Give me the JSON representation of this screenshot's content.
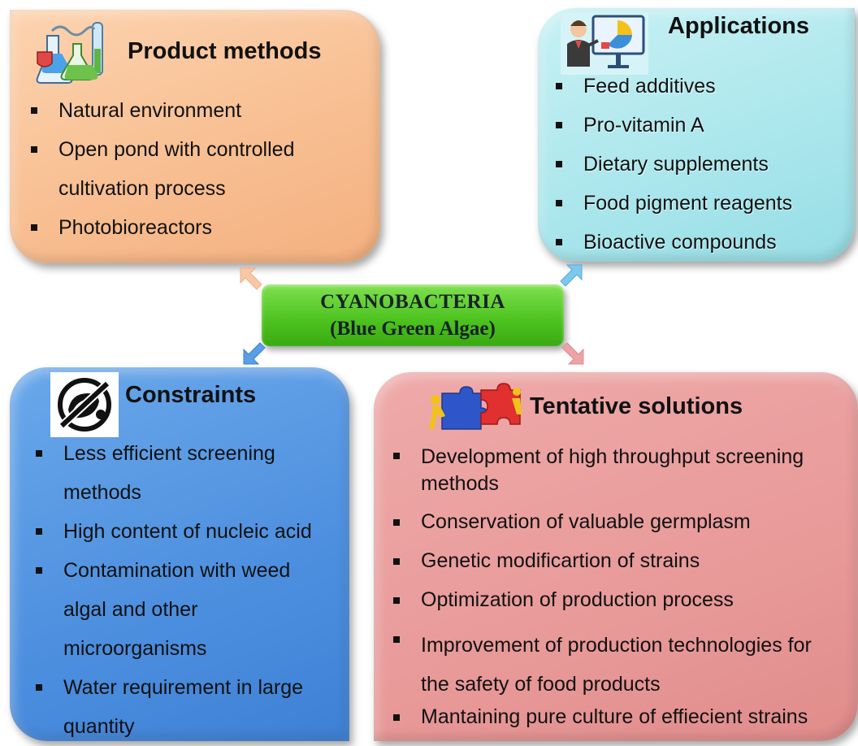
{
  "center": {
    "title": "CYANOBACTERIA",
    "subtitle": "(Blue Green Algae)"
  },
  "product_methods": {
    "title": "Product methods",
    "items": [
      "Natural environment",
      "Open pond with controlled",
      "cultivation process",
      "Photobioreactors"
    ]
  },
  "applications": {
    "title": "Applications",
    "items": [
      "Feed additives",
      "Pro-vitamin A",
      "Dietary supplements",
      "Food pigment reagents",
      "Bioactive compounds"
    ]
  },
  "constraints": {
    "title": "Constraints",
    "items": [
      "Less efficient screening",
      "methods",
      "High content of nucleic acid",
      "Contamination with weed",
      "algal and other",
      "microorganisms",
      "Water requirement in large",
      "quantity"
    ]
  },
  "solutions": {
    "title": "Tentative solutions",
    "items": [
      "Development of high throughput screening methods",
      "Conservation of valuable germplasm",
      "Genetic modificartion of strains",
      "Optimization of production process",
      "Improvement of production technologies for the safety of food products",
      "Mantaining pure culture of effiecient strains"
    ]
  },
  "colors": {
    "product_panel": "#f8bf92",
    "applications_panel": "#a9e6ec",
    "constraints_panel": "#4d8fdf",
    "solutions_panel": "#e89a99",
    "center_box": "#4cc21e"
  },
  "icons": {
    "product": "lab-flasks-icon",
    "applications": "presenter-monitor-icon",
    "constraints": "no-bacteria-icon",
    "solutions": "puzzle-people-icon"
  }
}
